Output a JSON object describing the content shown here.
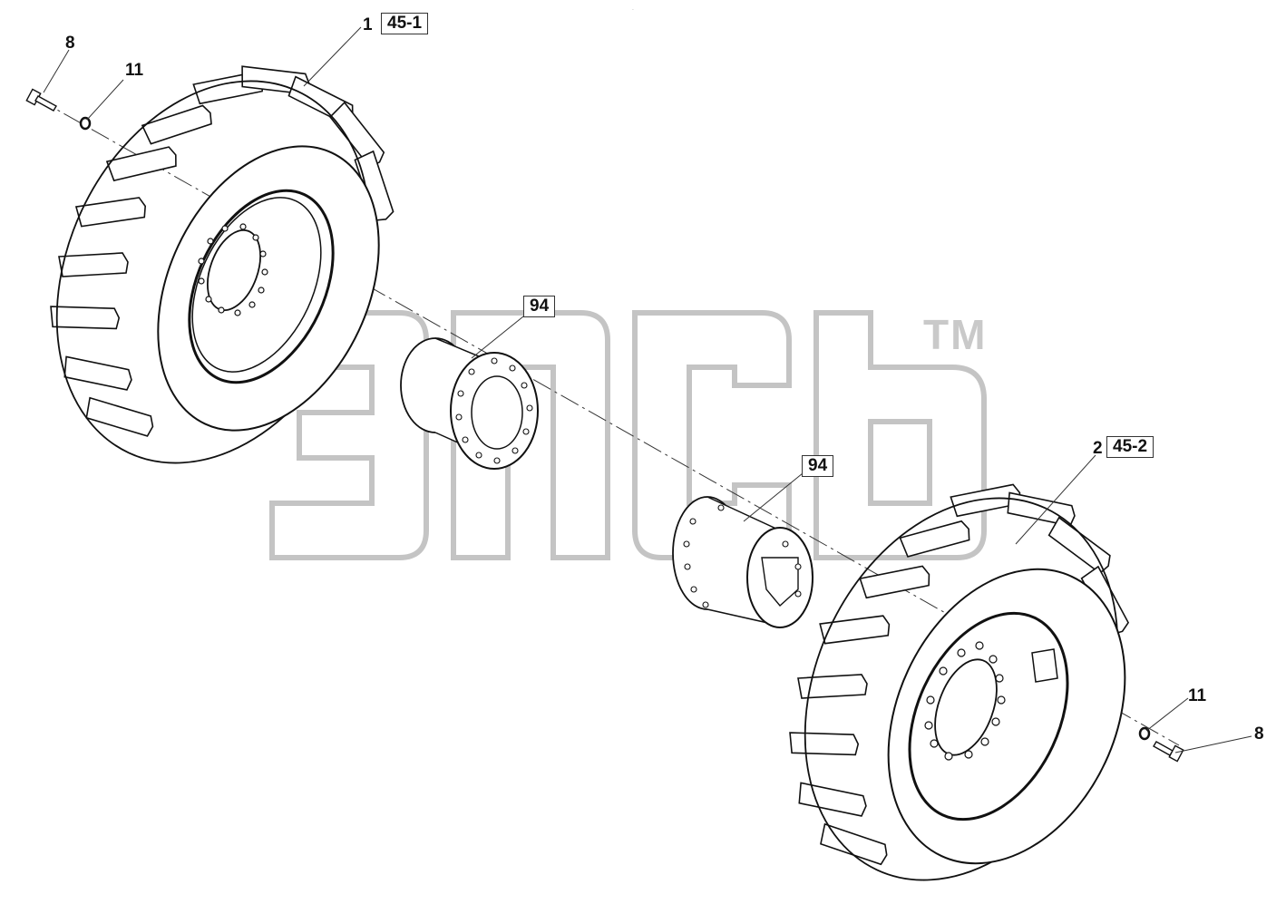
{
  "callouts": {
    "wheel_left": {
      "item": "1",
      "ref": "45-1"
    },
    "wheel_right": {
      "item": "2",
      "ref": "45-2"
    },
    "bolt_left": "8",
    "washer_left": "11",
    "bolt_right": "8",
    "washer_right": "11",
    "hub_left": "94",
    "hub_right": "94"
  },
  "watermark": {
    "trademark": "TM",
    "color": "#c9c9c9"
  },
  "header_mark": "·"
}
